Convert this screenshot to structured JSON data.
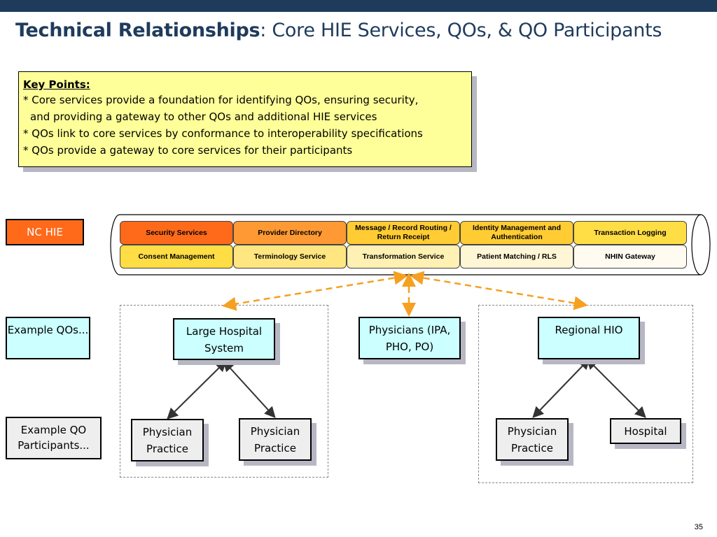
{
  "title": {
    "bold": "Technical Relationships",
    "rest": ": Core HIE Services, QOs, & QO Participants"
  },
  "key_points": {
    "heading": "Key Points:",
    "items": [
      "* Core services provide a foundation for identifying QOs, ensuring security,",
      "and providing a gateway to other QOs and additional HIE services",
      "* QOs link to core services by conformance to interoperability specifications",
      "* QOs provide a gateway to core services for their participants"
    ]
  },
  "row_labels": {
    "nc_hie": "NC HIE",
    "example_qos": "Example QOs...",
    "example_participants": "Example QO Participants..."
  },
  "services": {
    "row1": [
      {
        "label": "Security Services",
        "color": "#ff6a1a"
      },
      {
        "label": "Provider Directory",
        "color": "#ff9933"
      },
      {
        "label": "Message / Record Routing / Return Receipt",
        "color": "#ffcc33"
      },
      {
        "label": "Identity Management and Authentication",
        "color": "#ffcc33"
      },
      {
        "label": "Transaction Logging",
        "color": "#ffdd44"
      }
    ],
    "row2": [
      {
        "label": "Consent Management",
        "color": "#ffdd44"
      },
      {
        "label": "Terminology Service",
        "color": "#ffe680"
      },
      {
        "label": "Transformation Service",
        "color": "#fff0b3"
      },
      {
        "label": "Patient Matching / RLS",
        "color": "#fff6d6"
      },
      {
        "label": "NHIN Gateway",
        "color": "#fffbf0"
      }
    ]
  },
  "qos": [
    {
      "label": "Large Hospital System"
    },
    {
      "label": "Physicians (IPA, PHO, PO)"
    },
    {
      "label": "Regional HIO"
    }
  ],
  "participants": [
    {
      "label": "Physician Practice"
    },
    {
      "label": "Physician Practice"
    },
    {
      "label": "Physician Practice"
    },
    {
      "label": "Hospital"
    }
  ],
  "colors": {
    "accent": "#1f3b5c",
    "nc_hie": "#ff6a1a",
    "qo_fill": "#ccffff",
    "participant_fill": "#eeeeee",
    "key_fill": "#ffff99",
    "dashed_arrow": "#f5a020"
  },
  "page_number": "35"
}
